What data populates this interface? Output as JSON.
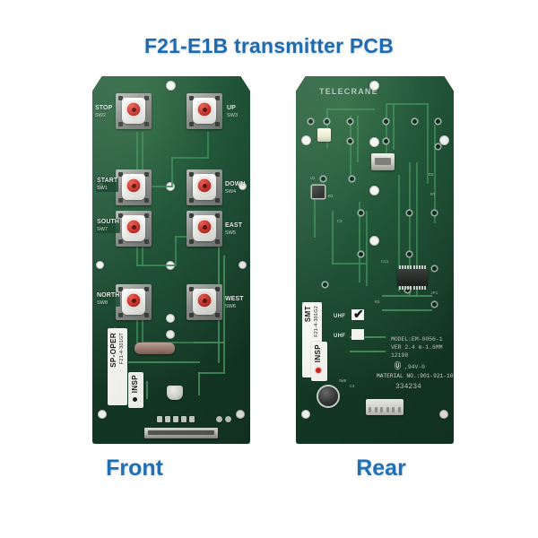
{
  "title": "F21-E1B transmitter PCB",
  "captions": {
    "front": "Front",
    "rear": "Rear"
  },
  "colors": {
    "title_blue": "#1f6bb0",
    "caption_blue": "#2170b5",
    "pcb_green": "#23583a",
    "button_red": "#c03127",
    "silkscreen_white": "#d8e6d9",
    "background": "#ffffff"
  },
  "front_board": {
    "buttons": [
      {
        "label": "STOP",
        "designator": "SW2",
        "side": "left"
      },
      {
        "label": "UP",
        "designator": "SW3",
        "side": "right"
      },
      {
        "label": "START",
        "designator": "SW1",
        "side": "left"
      },
      {
        "label": "DOWN",
        "designator": "SW4",
        "side": "right"
      },
      {
        "label": "SOUTH",
        "designator": "SW7",
        "side": "left"
      },
      {
        "label": "EAST",
        "designator": "SW5",
        "side": "right"
      },
      {
        "label": "NORTH",
        "designator": "SW8",
        "side": "left"
      },
      {
        "label": "WEST",
        "designator": "SW6",
        "side": "right"
      }
    ],
    "service_label": {
      "line1": "SP-OPER",
      "line2": "F21-4-301GT",
      "inspection": "INSP"
    }
  },
  "rear_board": {
    "brand": "TELECRANE",
    "service_label": {
      "line1": "SMT",
      "line2": "F21-4-301G2",
      "inspection": "INSP"
    },
    "band_options": [
      {
        "label": "UHF",
        "checked": true,
        "tick": "✔"
      },
      {
        "label": "UHF",
        "checked": false,
        "tick": ""
      }
    ],
    "silkscreen": {
      "model": "MODEL:EM-0056-1",
      "version": "VER 2.4 m-1.6MM",
      "date_code": "12198",
      "ul_mark": "Ⓤ",
      "flame_rating": ",94V-0",
      "material": "MATERIAL NO.:901-921-10",
      "serial": "334234"
    },
    "refdes": [
      "R1",
      "C3",
      "U1",
      "D2",
      "R7",
      "C11",
      "JP1",
      "R3",
      "C4",
      "SW9"
    ]
  }
}
